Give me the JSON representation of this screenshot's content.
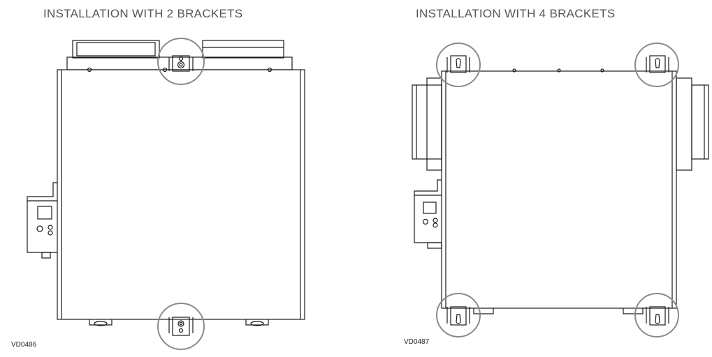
{
  "panels": [
    {
      "title": "INSTALLATION WITH 2 BRACKETS",
      "code": "VD0486"
    },
    {
      "title": "INSTALLATION WITH 4 BRACKETS",
      "code": "VD0487"
    }
  ],
  "colors": {
    "line": "#1a1a1a",
    "callout": "#8a8a8a",
    "title": "#555555"
  }
}
